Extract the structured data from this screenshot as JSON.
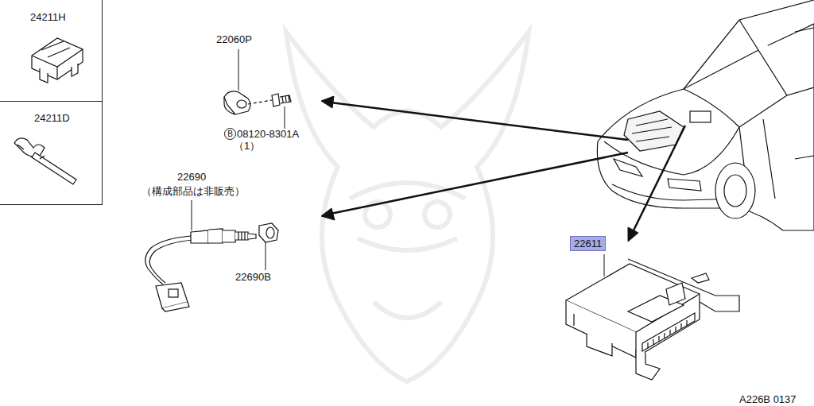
{
  "diagram": {
    "nodes": [
      {
        "text": [
          "24211H"
        ]
      },
      {
        "text": [
          "24211D"
        ]
      },
      {
        "text": [
          "22611"
        ]
      }
    ],
    "labels": [
      "22060P",
      "B",
      "08120-8301A",
      "（1）",
      "22690",
      "（構成部品は非販売）",
      "22690B",
      "A226B 0137"
    ]
  }
}
